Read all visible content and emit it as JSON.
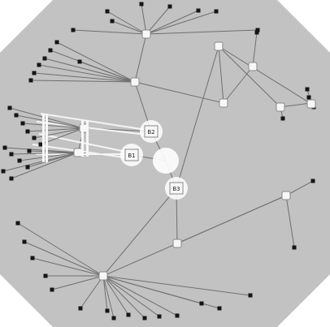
{
  "colors": {
    "background": "#ffffff",
    "disc": "#c2c2c2",
    "edge": "#6f6f6f",
    "edge_highlight": "#f4f4f4",
    "leaf_node": "#151515",
    "hub_node": "#f7f7f7",
    "hub_outline": "#888888",
    "selected_ring": "#ffffff"
  },
  "diagram": {
    "type": "network-graph",
    "title": "",
    "nodes": [
      {
        "id": "h1",
        "kind": "hub"
      },
      {
        "id": "h2",
        "kind": "hub"
      },
      {
        "id": "h3",
        "kind": "hub"
      },
      {
        "id": "h4",
        "kind": "hub"
      },
      {
        "id": "h5",
        "kind": "hub"
      },
      {
        "id": "h6",
        "kind": "hub"
      },
      {
        "id": "h7",
        "kind": "hub"
      },
      {
        "id": "h8",
        "kind": "hub"
      },
      {
        "id": "h9",
        "kind": "hub"
      },
      {
        "id": "h10",
        "kind": "hub"
      },
      {
        "id": "h11",
        "kind": "hub"
      },
      {
        "id": "h12",
        "kind": "hub"
      },
      {
        "id": "h13",
        "kind": "hub"
      },
      {
        "id": "s1",
        "kind": "selected",
        "label": "B2"
      },
      {
        "id": "s2",
        "kind": "selected",
        "label": "B1"
      },
      {
        "id": "s3",
        "kind": "selected",
        "label": ""
      },
      {
        "id": "s4",
        "kind": "selected",
        "label": "B3"
      }
    ],
    "edges": [
      [
        "h1",
        "h2"
      ],
      [
        "h2",
        "h3"
      ],
      [
        "h3",
        "h4"
      ],
      [
        "h3",
        "h5"
      ],
      [
        "h5",
        "h6"
      ],
      [
        "h5",
        "h7"
      ],
      [
        "h5",
        "s4"
      ],
      [
        "s4",
        "h8"
      ],
      [
        "h8",
        "h9"
      ],
      [
        "h9",
        "h10"
      ],
      [
        "h10",
        "h11"
      ],
      [
        "s1",
        "h12"
      ],
      [
        "s2",
        "h13"
      ],
      [
        "h2",
        "s1"
      ],
      [
        "s1",
        "s3"
      ],
      [
        "s2",
        "s3"
      ],
      [
        "s3",
        "s4"
      ],
      [
        "h12",
        "h13"
      ]
    ],
    "leaf_groups": [
      {
        "hub": "h1",
        "count": 8
      },
      {
        "hub": "h2",
        "count": 7
      },
      {
        "hub": "h4",
        "count": 2
      },
      {
        "hub": "h6",
        "count": 2
      },
      {
        "hub": "h7",
        "count": 3
      },
      {
        "hub": "h9",
        "count": 2
      },
      {
        "hub": "h10",
        "count": 15
      },
      {
        "hub": "h12",
        "count": 6
      },
      {
        "hub": "h13",
        "count": 7
      }
    ]
  }
}
